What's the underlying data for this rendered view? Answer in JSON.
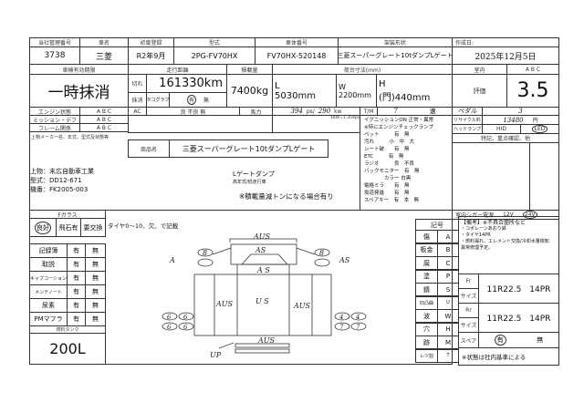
{
  "header": {
    "mgmt_no_label": "当社管理番号",
    "mgmt_no": "3738",
    "maker_label": "車名",
    "maker": "三菱",
    "first_reg_label": "初度登録",
    "first_reg": "R2年9月",
    "model_label": "型式",
    "model": "2PG-FV70HX",
    "chassis_label": "車体番号",
    "chassis": "FV70HX-520148",
    "body_label": "架装形状",
    "body": "三菱スーパーグレート10tダンプLゲート",
    "created_label": "作成日:",
    "created": "2025年12月5日"
  },
  "row2": {
    "inspect_label": "車検有効期限",
    "inspect": "一時抹消",
    "expired_label": "切れ",
    "cancelled_label": "抹消",
    "mileage_label": "走行距離",
    "mileage": "161330km",
    "tacho_label": "タコグラフ",
    "tacho_yes": "有",
    "tacho_no": "無",
    "load_label": "積載量",
    "load": "7400kg",
    "bed_label": "荷台寸法(mm)",
    "L": "L",
    "L_val": "5030mm",
    "W": "W",
    "W_val": "2200mm",
    "H": "H",
    "H_val": "(門)440mm",
    "interior_label": "室内",
    "interior_grades": "A B C",
    "rating_label": "評価",
    "rating": "3.5"
  },
  "status": {
    "engine_label": "エンジン状態",
    "mission_label": "ミッション・デフ",
    "frame_label": "フレーム関係",
    "grades": "A B C",
    "ac_label": "AC",
    "ac_values": "良 不良 無",
    "hp_label": "馬力",
    "hp": "394",
    "hp_unit": "ps/",
    "kw": "290",
    "kw_unit": "kw",
    "kw_note": "1KW=1.359ps",
    "tm_label": "T/M",
    "tm": "7",
    "tm_unit": "速",
    "pedal_label": "ペダル",
    "pedal": "3",
    "recycle_label": "リサイクル料",
    "recycle": "13480",
    "recycle_unit": "円",
    "headlamp_label": "ヘッドランプ",
    "hid": "HID",
    "led": "LED",
    "notes_label": "特記、重点確認、他",
    "cigar_label": "室内シガー電源",
    "cigar_12": "12V",
    "cigar_24": "24V"
  },
  "checklist": [
    "イグニッションON 正常・異常",
    "※特にエンジンチェックランプ",
    "ペット　　　有　無",
    "汚れ　　　小　中　大",
    "シート破　　有　無",
    "ETC　　　有　無",
    "ラジオ　　　良　不良",
    "バックモニター　有　無",
    "　　　　カラー 白黒",
    "電格ミラ　　有　無",
    "坂道発進　　有　無",
    "スペアキー　有　本　無"
  ],
  "upper": {
    "maker_note_label": "上物メーカー名、年式、型式及状態等",
    "product_label": "商品名",
    "product": "三菱スーパーグレート10tダンプLゲート",
    "lines": [
      "上物：末広自動車工業",
      "型式：DD12-671",
      "機番：FK2005-003"
    ],
    "type": "Lゲートダンプ",
    "type_sub": "高年式/低走行車",
    "note": "※積載量減トンになる場合有り"
  },
  "glass": {
    "label": "Fガラス",
    "opts": [
      "良好",
      "飛石有",
      "要交換"
    ]
  },
  "docs": [
    {
      "label": "記録簿",
      "a": "有",
      "b": "無"
    },
    {
      "label": "取説",
      "a": "有",
      "b": "無"
    },
    {
      "label": "キャブコーション",
      "a": "有",
      "b": "無"
    },
    {
      "label": "メンテノート",
      "a": "有",
      "b": "無"
    },
    {
      "label": "尿素",
      "a": "有",
      "b": "無"
    },
    {
      "label": "PMマフラ",
      "a": "有",
      "b": "無"
    }
  ],
  "fuel": {
    "label": "燃料タンク",
    "value": "200L"
  },
  "diagram": {
    "instruction": "タイヤ0〜10、欠、で記載",
    "marks": {
      "top": "AUS",
      "cab": "AS",
      "front": "A S",
      "left": "A",
      "right": "AS",
      "left_panel": "AUS",
      "center": "U S",
      "right_panel": "AUS",
      "rear": "AUS",
      "up": "UP",
      "tire_fl": "8",
      "tire_fr": "8",
      "tires_left": [
        "6",
        "6",
        "6",
        "6"
      ],
      "tires_right": [
        "4",
        "4",
        "7",
        "7"
      ]
    }
  },
  "legend": {
    "title": "記号",
    "items": [
      [
        "傷",
        "A"
      ],
      [
        "板金",
        "B"
      ],
      [
        "腐",
        "C"
      ],
      [
        "塗",
        "P"
      ],
      [
        "錆",
        "S"
      ],
      [
        "凹凸曲",
        "U"
      ],
      [
        "波",
        "W"
      ],
      [
        "穴",
        "H"
      ],
      [
        "跡",
        "M"
      ],
      [
        "レツ割",
        "T"
      ]
    ]
  },
  "remarks": {
    "title": "【備考】※不具合箇所など",
    "lines": [
      "・コボレーンあおり鉄",
      "・タイヤ14PR",
      "・燃料漏れ、エレメント交換/冷却水量検知",
      "異常修理予定。"
    ]
  },
  "tires": {
    "fr_label": "Fr",
    "rr_label": "Rr",
    "size_label": "サイズ",
    "fr": "11R22.5　14PR",
    "rr": "11R22.5　14PR",
    "spare_label": "スペア",
    "spare_yes": "有",
    "spare_no": "無",
    "footer": "※状態は社内基準による"
  }
}
